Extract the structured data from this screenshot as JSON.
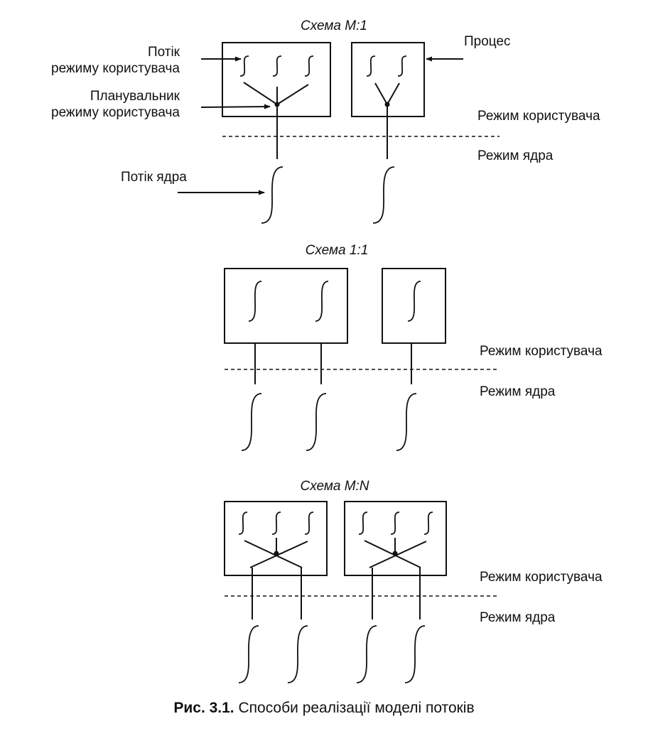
{
  "labels": {
    "scheme_m1": "Схема М:1",
    "scheme_11": "Схема 1:1",
    "scheme_mn": "Схема M:N",
    "user_thread_line1": "Потік",
    "user_thread_line2": "режиму користувача",
    "user_scheduler_line1": "Планувальник",
    "user_scheduler_line2": "режиму користувача",
    "process": "Процес",
    "kernel_thread": "Потік ядра",
    "user_mode": "Режим користувача",
    "kernel_mode": "Режим ядра"
  },
  "caption": {
    "prefix": "Рис. 3.1.",
    "text": " Способи реалізації моделі потоків"
  },
  "colors": {
    "ink": "#111111",
    "background": "#ffffff"
  }
}
